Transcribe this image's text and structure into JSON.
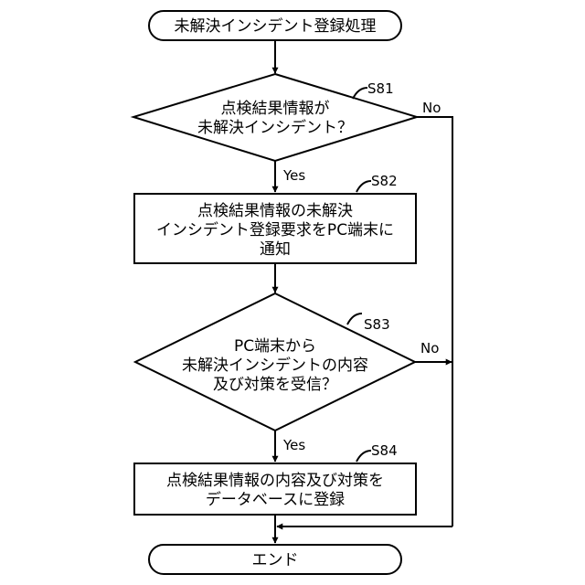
{
  "start": "未解決インシデント登録処理",
  "end": "エンド",
  "steps": {
    "s81": {
      "id": "S81",
      "lines": [
        "点検結果情報が",
        "未解決インシデント？"
      ]
    },
    "s82": {
      "id": "S82",
      "lines": [
        "点検結果情報の未解決",
        "インシデント登録要求をPC端末に",
        "通知"
      ]
    },
    "s83": {
      "id": "S83",
      "lines": [
        "PC端末から",
        "未解決インシデントの内容",
        "及び対策を受信？"
      ]
    },
    "s84": {
      "id": "S84",
      "lines": [
        "点検結果情報の内容及び対策を",
        "データベースに登録"
      ]
    }
  },
  "branches": {
    "yes": "Yes",
    "no": "No"
  }
}
